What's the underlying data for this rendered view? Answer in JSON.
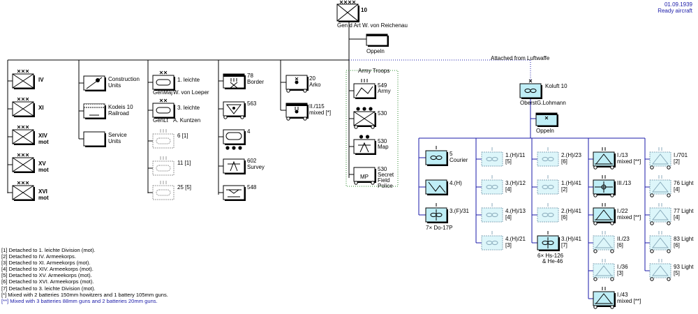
{
  "header": {
    "date": "01.09.1939",
    "subtitle": "Ready aircraft"
  },
  "hq": {
    "number": "10",
    "rank": "Gen d Art",
    "commander": "W. von Reichenau",
    "location": "Oppeln"
  },
  "corps": [
    {
      "number": "IV",
      "mot": ""
    },
    {
      "number": "XI",
      "mot": ""
    },
    {
      "number": "XIV",
      "mot": "mot"
    },
    {
      "number": "XV",
      "mot": "mot"
    },
    {
      "number": "XVI",
      "mot": "mot"
    }
  ],
  "services": [
    {
      "line1": "Construction",
      "line2": "Units"
    },
    {
      "line1": "Kodeis 10",
      "line2": "Railroad"
    },
    {
      "line1": "Service",
      "line2": "Units"
    }
  ],
  "light_divisions": [
    {
      "label": "1. leichte",
      "rank": "GenMaj",
      "commander": "W. von Loeper"
    },
    {
      "label": "3. leichte",
      "rank": "GenLt",
      "commander": "A. Kuntzen"
    }
  ],
  "detached_units": [
    "6 [1]",
    "11 [1]",
    "25 [5]"
  ],
  "border_units": [
    {
      "line1": "78",
      "line2": "Border"
    },
    {
      "line1": "563",
      "line2": ""
    },
    {
      "line1": "4",
      "line2": ""
    },
    {
      "line1": "602",
      "line2": "Survey"
    },
    {
      "line1": "548",
      "line2": ""
    }
  ],
  "artillery": [
    {
      "line1": "20",
      "line2": "Arko"
    },
    {
      "line1": "II./115",
      "line2": "mixed [*]"
    }
  ],
  "army_troops": {
    "title": "Army Troops",
    "units": [
      {
        "line1": "549",
        "line2": "Army",
        "line3": "",
        "line4": ""
      },
      {
        "line1": "530",
        "line2": "",
        "line3": "",
        "line4": ""
      },
      {
        "line1": "530",
        "line2": "Map",
        "line3": "",
        "line4": ""
      },
      {
        "line1": "530",
        "line2": "Secret",
        "line3": "Field",
        "line4": "Police"
      }
    ],
    "mp_label": "MP"
  },
  "luftwaffe": {
    "attached_label": "Attached from Luftwaffe",
    "kofluft": "Koluft 10",
    "rank": "Oberst",
    "commander": "G.Lohmann",
    "location": "Oppeln",
    "col1": [
      {
        "line1": "5",
        "line2": "Courier"
      },
      {
        "line1": "4.(H)",
        "line2": ""
      },
      {
        "line1": "3.(F)/31",
        "line2": ""
      }
    ],
    "col1_note": "7× Do-17P",
    "col2": [
      {
        "line1": "1.(H)/11",
        "line2": "[5]"
      },
      {
        "line1": "3.(H)/12",
        "line2": "[4]"
      },
      {
        "line1": "4.(H)/13",
        "line2": "[4]"
      },
      {
        "line1": "4.(H)/21",
        "line2": "[3]"
      }
    ],
    "col3": [
      {
        "line1": "2.(H)/23",
        "line2": "[6]"
      },
      {
        "line1": "1.(H)/41",
        "line2": "[2]"
      },
      {
        "line1": "2.(H)/41",
        "line2": "[6]"
      },
      {
        "line1": "3.(H)/41",
        "line2": "[7]"
      }
    ],
    "col3_note1": "6× Hs-126",
    "col3_note2": "& He-46",
    "flak1": [
      {
        "line1": "I./13",
        "line2": "mixed [**]"
      },
      {
        "line1": "III./13",
        "line2": ""
      },
      {
        "line1": "I./22",
        "line2": "mixed [**]"
      },
      {
        "line1": "II./23",
        "line2": "[6]"
      },
      {
        "line1": "I./36",
        "line2": "[3]"
      },
      {
        "line1": "I./43",
        "line2": "mixed [**]"
      }
    ],
    "flak2": [
      {
        "line1": "I./701",
        "line2": "[2]"
      },
      {
        "line1": "76 Light",
        "line2": "[4]"
      },
      {
        "line1": "77 Light",
        "line2": "[4]"
      },
      {
        "line1": "83 Light",
        "line2": "[6]"
      },
      {
        "line1": "93 Light",
        "line2": "[5]"
      }
    ]
  },
  "notes": [
    "[1] Detached to 1. leichte Division (mot).",
    "[2] Detached to IV. Armeekorps.",
    "[3] Detached to XI. Armeekorps (mot).",
    "[4] Detached to XIV. Armeekorps (mot).",
    "[5] Detached to XV. Armeekorps (mot).",
    "[6] Detached to XVI. Armeekorps (mot).",
    "[7] Detached to 3. leichte Division (mot).",
    "[*] Mixed with 2 batteries 150mm howitzers and 1 battery 105mm guns.",
    "[**] Mixed with 3 batteries 88mm guns and 2 batteries 20mm guns."
  ],
  "colors": {
    "line": "#1a1aa8",
    "green": "#2a8a2a",
    "cyan": "#bfeef6",
    "cyan_light": "#ddf6fa",
    "blue_text": "#1a1aa8"
  }
}
